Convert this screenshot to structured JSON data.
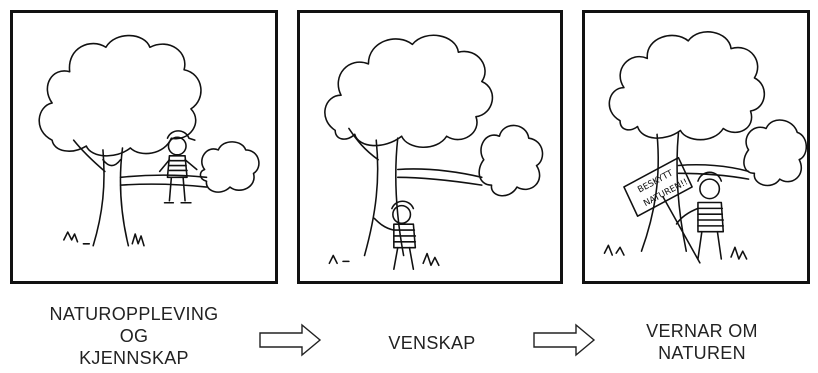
{
  "panels": [
    {
      "name": "panel-nature-experience",
      "sign_lines": []
    },
    {
      "name": "panel-friendship",
      "sign_lines": []
    },
    {
      "name": "panel-protect-nature",
      "sign_lines": [
        "BESKYTT",
        "NATUREN!!"
      ]
    }
  ],
  "captions": {
    "first": [
      "NATUROPPLEVING",
      "OG",
      "KJENNSKAP"
    ],
    "second": "VENSKAP",
    "third": [
      "VERNAR OM",
      "NATUREN"
    ]
  }
}
